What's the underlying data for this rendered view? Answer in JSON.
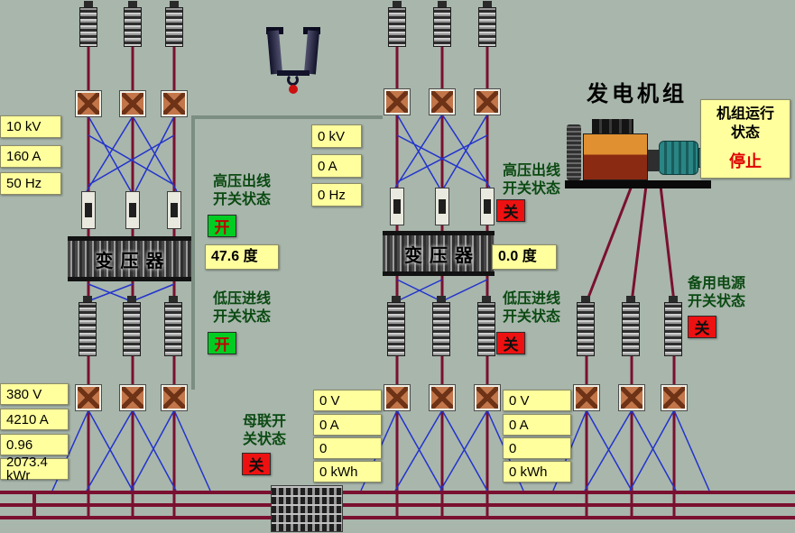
{
  "colors": {
    "background": "#a8b6ac",
    "metric_box": "#ffff9e",
    "status_on_green": "#00cc22",
    "status_off_red": "#ee1111",
    "power_line": "#7a1030",
    "control_line": "#2233cc"
  },
  "hv_left_metrics": {
    "voltage": "10 kV",
    "current": "160 A",
    "frequency": "50 Hz"
  },
  "hv_mid_metrics": {
    "voltage": "0 kV",
    "current": "0 A",
    "frequency": "0 Hz"
  },
  "lv_left_metrics": {
    "voltage": "380 V",
    "current": "4210 A",
    "power_factor": "0.96",
    "energy": "2073.4 kWr"
  },
  "lv_mid1_metrics": {
    "voltage": "0 V",
    "current": "0 A",
    "power_factor": "0",
    "energy": "0 kWh"
  },
  "lv_mid2_metrics": {
    "voltage": "0 V",
    "current": "0 A",
    "power_factor": "0",
    "energy": "0 kWh"
  },
  "transformer1": {
    "label": "变压器",
    "temperature": "47.6 度"
  },
  "transformer2": {
    "label": "变压器",
    "temperature": "0.0 度"
  },
  "statuses": {
    "hv_out_left": {
      "label": "高压出线\n开关状态",
      "value": "开"
    },
    "lv_in_left": {
      "label": "低压进线\n开关状态",
      "value": "开"
    },
    "hv_out_mid": {
      "label": "高压出线\n开关状态",
      "value": "关"
    },
    "lv_in_mid": {
      "label": "低压进线\n开关状态",
      "value": "关"
    },
    "bus_tie": {
      "label": "母联开\n关状态",
      "value": "关"
    },
    "backup_power": {
      "label": "备用电源\n开关状态",
      "value": "关"
    }
  },
  "generator": {
    "title": "发电机组",
    "status_label": "机组运行\n状态",
    "status_value": "停止"
  }
}
